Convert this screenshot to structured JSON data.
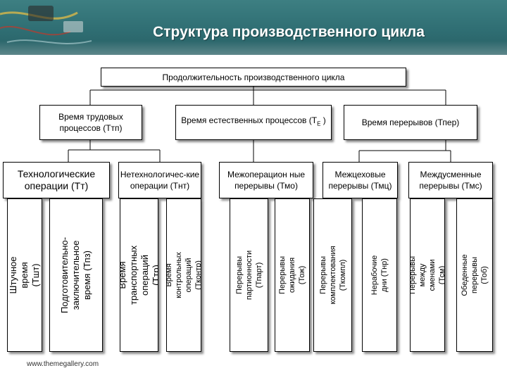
{
  "title": "Структура производственного цикла",
  "root": "Продолжительность производственного цикла",
  "level1": [
    "Время трудовых процессов (Ттп)",
    "Время  естественных процессов  (Т",
    "Время перерывов (Тпер)"
  ],
  "level1_subscript": "Е",
  "level1_suffix": " )",
  "level2": [
    "Технологические операции (Тт)",
    "Нетехнологичес-кие  операции (Тнт)",
    "Межоперацион ные  перерывы (Тмо)",
    "Межцеховые перерывы (Тмц)",
    "Междусменные перерывы (Тмс)"
  ],
  "leaves": [
    "Штучное время (Тшт)",
    "Подготовительно-\nзаключительное\nвремя (Тпз)",
    "Время транспортных\nопераций (Ттр)",
    "Время контрольных\nопераций (Тконтр)",
    "Перерывы партионности\n(Тпарт)",
    "Перерывы ожидания\n(Тож)",
    "Перерывы\nкомплектования (Ткомпл)",
    "Нерабочие дни (Тнр)",
    "Перерывы между\nсменами (Тсм)",
    "Обеденные перерывы\n(Тоб)"
  ],
  "footer": "www.themegallery.com"
}
